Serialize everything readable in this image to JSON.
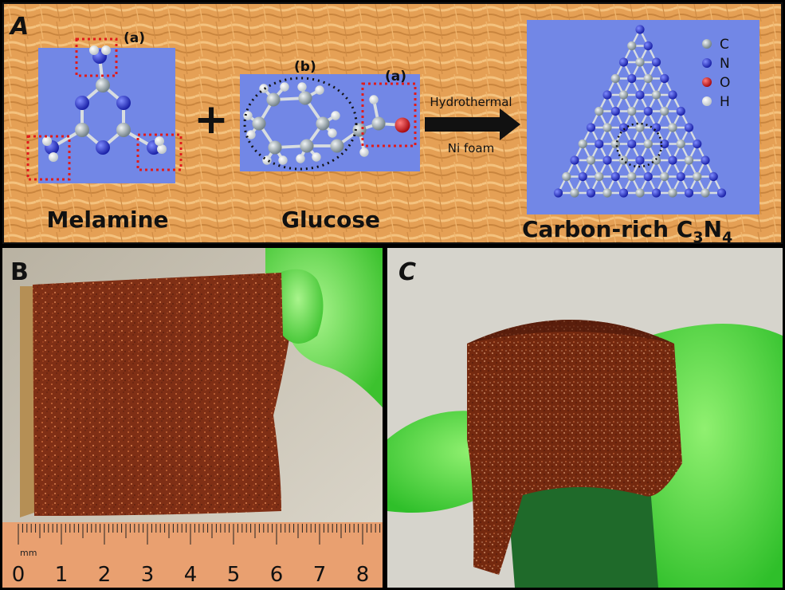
{
  "panel_a": {
    "label": "A",
    "molecules": [
      {
        "id": "melamine",
        "name": "Melamine"
      },
      {
        "id": "glucose",
        "name": "Glucose"
      },
      {
        "id": "product",
        "name": "Carbon-rich C",
        "sub1": "3",
        "mid": "N",
        "sub2": "4"
      }
    ],
    "annotations": {
      "melamine_a": "(a)",
      "glucose_b": "(b)",
      "glucose_a": "(a)"
    },
    "arrow": {
      "top_text": "Hydrothermal",
      "bottom_text": "Ni foam"
    },
    "plus": "+",
    "legend": [
      {
        "symbol": "C",
        "color": "#9aa7ad"
      },
      {
        "symbol": "N",
        "color": "#2230c8"
      },
      {
        "symbol": "O",
        "color": "#d3121b"
      },
      {
        "symbol": "H",
        "color": "#ffffff"
      }
    ],
    "colors": {
      "background": "#e8a35a",
      "box": "#7287e6",
      "highlight_red": "#e01b1b",
      "ellipse": "#111111"
    }
  },
  "panel_b": {
    "label": "B",
    "ruler": {
      "unit": "mm",
      "ticks": [
        "0",
        "1",
        "2",
        "3",
        "4",
        "5",
        "6",
        "7",
        "8"
      ]
    },
    "colors": {
      "foam": "#8a3418",
      "glove": "#6ddf4c",
      "ruler": "#e9a070"
    }
  },
  "panel_c": {
    "label": "C",
    "colors": {
      "foam": "#7a2e16",
      "glove": "#58e04a",
      "background": "#d6d4cc"
    }
  }
}
